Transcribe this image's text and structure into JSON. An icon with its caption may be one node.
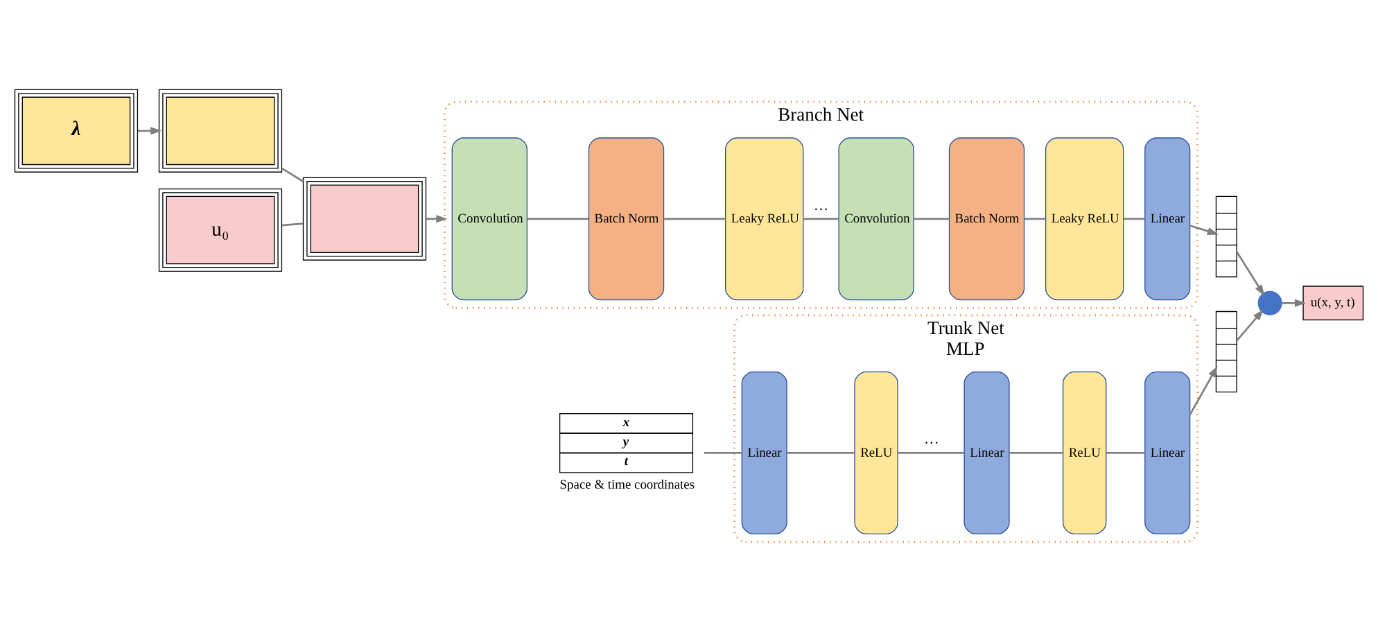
{
  "diagram": {
    "nodes": [
      {
        "text": [
          "λ"
        ]
      },
      {
        "text": [],
        "shape": "box"
      },
      {
        "text": [
          "u₀"
        ]
      },
      {
        "text": [],
        "shape": "box"
      },
      {
        "text": [
          "Branch Net"
        ]
      },
      {
        "text": [
          "Convolution"
        ],
        "in": 4
      },
      {
        "text": [
          "Batch Norm"
        ],
        "in": 4
      },
      {
        "text": [
          "Leaky ReLU"
        ],
        "in": 4
      },
      {
        "text": [
          "Convolution"
        ],
        "in": 4
      },
      {
        "text": [
          "Batch Norm"
        ],
        "in": 4
      },
      {
        "text": [
          "Leaky ReLU"
        ],
        "in": 4
      },
      {
        "text": [
          "Linear"
        ],
        "in": 4
      },
      {
        "text": [],
        "shape": "bar"
      },
      {
        "text": [
          "Trunk Net",
          "MLP"
        ]
      },
      {
        "text": [
          "Linear"
        ],
        "in": 13
      },
      {
        "text": [
          "ReLU"
        ],
        "in": 13
      },
      {
        "text": [
          "Linear"
        ],
        "in": 13
      },
      {
        "text": [
          "ReLU"
        ],
        "in": 13
      },
      {
        "text": [
          "Linear"
        ],
        "in": 13
      },
      {
        "text": [
          "x",
          "y",
          "t"
        ],
        "beside": [
          "Space & time coordinates"
        ]
      },
      {
        "text": [],
        "shape": "bar"
      },
      {
        "text": [],
        "shape": "circle"
      },
      {
        "text": [
          "u(x, y, t)"
        ]
      }
    ],
    "edges": [
      {
        "from": 0,
        "to": 1,
        "arrow": "to"
      },
      {
        "from": 2,
        "to": 3,
        "arrow": "none"
      },
      {
        "from": 1,
        "to": 3,
        "arrow": "none"
      },
      {
        "from": 3,
        "to": 4,
        "arrow": "to"
      },
      {
        "from": 5,
        "to": 6,
        "arrow": "none"
      },
      {
        "from": 6,
        "to": 7,
        "arrow": "none"
      },
      {
        "from": 7,
        "to": 8,
        "arrow": "none",
        "label": "···"
      },
      {
        "from": 8,
        "to": 9,
        "arrow": "none"
      },
      {
        "from": 9,
        "to": 10,
        "arrow": "none"
      },
      {
        "from": 10,
        "to": 11,
        "arrow": "none"
      },
      {
        "from": 11,
        "to": 12,
        "arrow": "to"
      },
      {
        "from": 12,
        "to": 21,
        "arrow": "to"
      },
      {
        "from": 19,
        "to": 14,
        "arrow": "none"
      },
      {
        "from": 14,
        "to": 15,
        "arrow": "none"
      },
      {
        "from": 15,
        "to": 16,
        "arrow": "none",
        "label": "···"
      },
      {
        "from": 16,
        "to": 17,
        "arrow": "none"
      },
      {
        "from": 17,
        "to": 18,
        "arrow": "none"
      },
      {
        "from": 18,
        "to": 20,
        "arrow": "to"
      },
      {
        "from": 20,
        "to": 21,
        "arrow": "to"
      },
      {
        "from": 21,
        "to": 22,
        "arrow": "to"
      }
    ]
  }
}
